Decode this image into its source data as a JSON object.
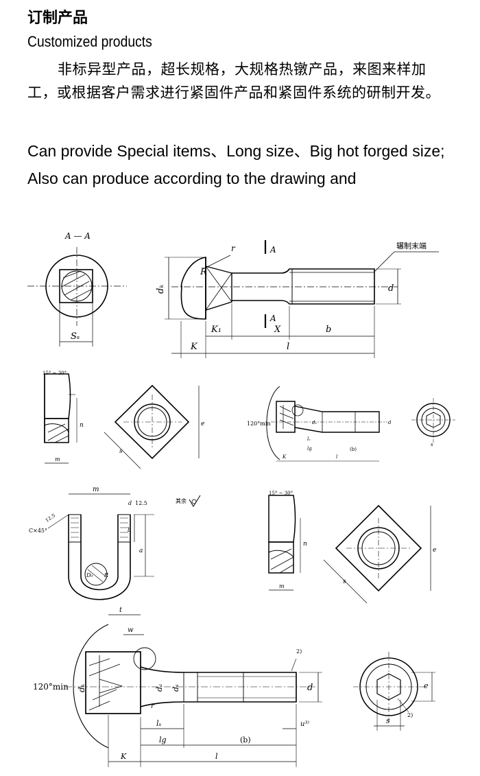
{
  "heading": {
    "cn": "订制产品",
    "en": "Customized products"
  },
  "body": {
    "cn": "非标异型产品，超长规格，大规格热镦产品，来图来样加工，或根据客户需求进行紧固件产品和紧固件系统的研制开发。",
    "en": "Can provide Special items、Long size、Big hot forged size; Also can produce according to the drawing and"
  },
  "drawing_labels": {
    "section_aa": "A — A",
    "ss": "Sₛ",
    "r_small": "r",
    "r_big": "R",
    "section_mark": "A",
    "dk": "dₖ",
    "k1": "K₁",
    "x": "X",
    "b": "b",
    "k": "K",
    "l": "l",
    "d": "d",
    "rolled_end": "辗制末端",
    "angle_range": "15° ~ 30°",
    "n": "n",
    "m": "m",
    "e": "e",
    "s": "s",
    "angle_min": "120°min",
    "ds": "dₛ",
    "da": "dₐ",
    "ls": "lₛ",
    "lg": "lg",
    "b_paren": "(b)",
    "u3": "u³⁾",
    "note2": "2)",
    "t": "t",
    "w": "w",
    "roughness": "12.5",
    "others": "其余",
    "chamfer": "C×45°",
    "chamfer_b": "12.5",
    "u_a": "a",
    "u_d": "d",
    "u_bend": "D₀",
    "u_r": "R"
  }
}
